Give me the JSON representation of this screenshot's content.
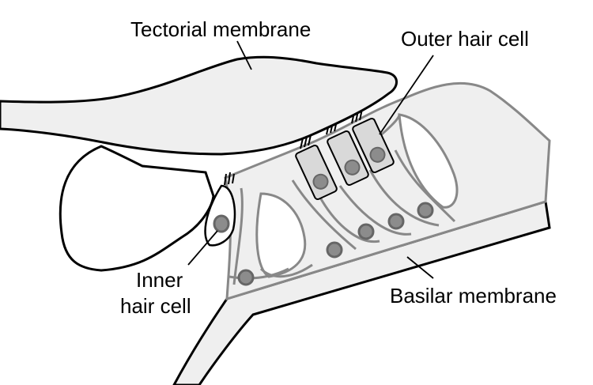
{
  "labels": {
    "tectorial": "Tectorial membrane",
    "outer_hair_cell": "Outer hair cell",
    "inner_line1": "Inner",
    "inner_line2": "hair cell",
    "basilar": "Basilar membrane"
  },
  "colors": {
    "background": "#ffffff",
    "stroke_dark": "#000000",
    "stroke_cell": "#888888",
    "fill_light": "#efefef",
    "fill_cell": "#d9d9d9",
    "nucleus": "#8c8c8c"
  }
}
